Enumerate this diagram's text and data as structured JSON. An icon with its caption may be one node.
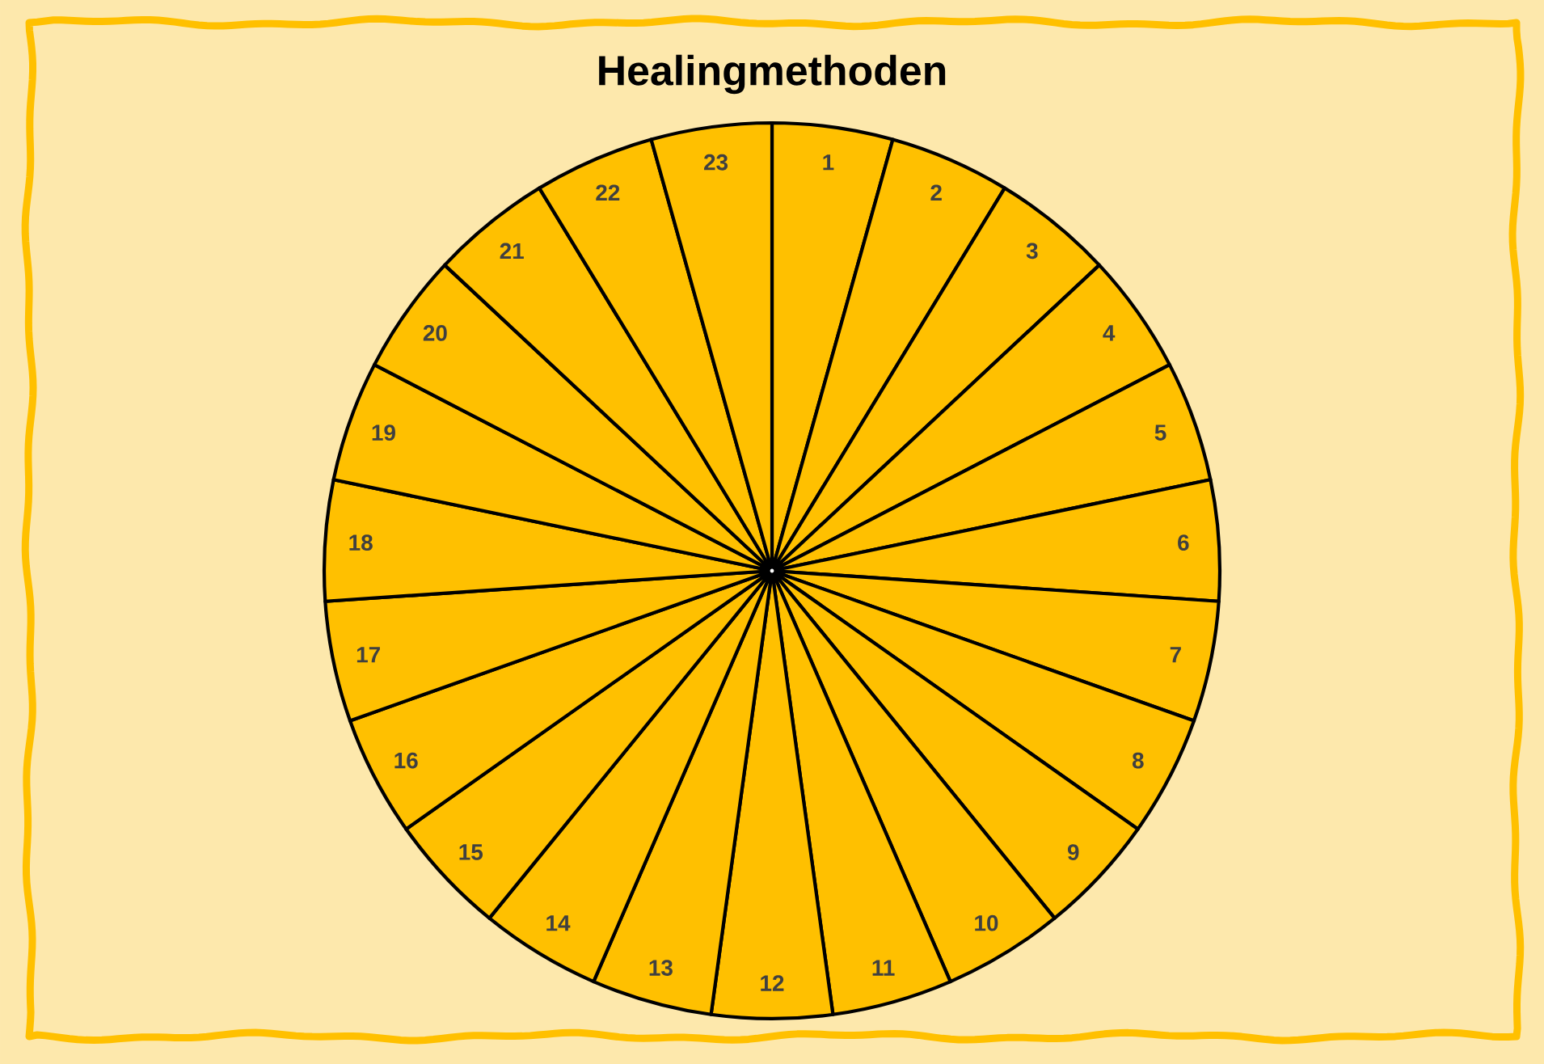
{
  "diagram": {
    "title": "Healingmethoden",
    "nodes": [
      {
        "text": [
          "1"
        ]
      },
      {
        "text": [
          "2"
        ]
      },
      {
        "text": [
          "3"
        ]
      },
      {
        "text": [
          "4"
        ]
      },
      {
        "text": [
          "5"
        ]
      },
      {
        "text": [
          "6"
        ]
      },
      {
        "text": [
          "7"
        ]
      },
      {
        "text": [
          "8"
        ]
      },
      {
        "text": [
          "9"
        ]
      },
      {
        "text": [
          "10"
        ]
      },
      {
        "text": [
          "11"
        ]
      },
      {
        "text": [
          "12"
        ]
      },
      {
        "text": [
          "13"
        ]
      },
      {
        "text": [
          "14"
        ]
      },
      {
        "text": [
          "15"
        ]
      },
      {
        "text": [
          "16"
        ]
      },
      {
        "text": [
          "17"
        ]
      },
      {
        "text": [
          "18"
        ]
      },
      {
        "text": [
          "19"
        ]
      },
      {
        "text": [
          "20"
        ]
      },
      {
        "text": [
          "21"
        ]
      },
      {
        "text": [
          "22"
        ]
      },
      {
        "text": [
          "23"
        ]
      }
    ]
  }
}
